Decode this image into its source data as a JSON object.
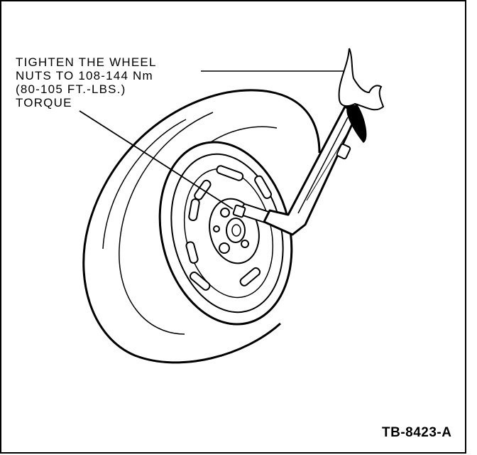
{
  "callout": {
    "line1": "TIGHTEN THE WHEEL",
    "line2": "NUTS TO 108-144 Nm",
    "line3": "(80-105 FT.-LBS.)",
    "line4": "TORQUE"
  },
  "figure_id": "TB-8423-A"
}
